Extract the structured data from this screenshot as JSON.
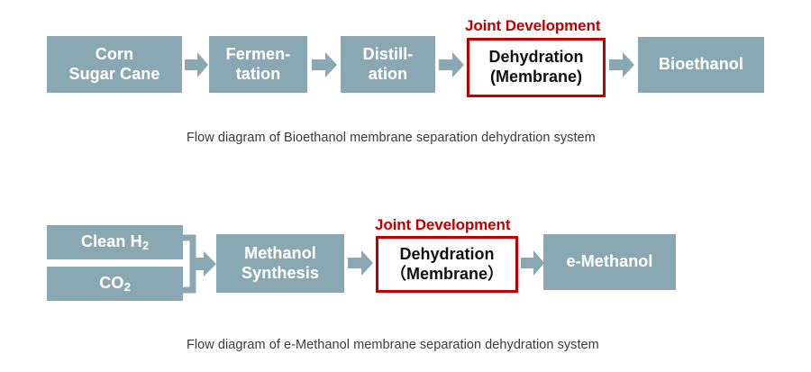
{
  "theme": {
    "box_fill": "#8AA8B2",
    "box_text": "#FFFFFF",
    "accent_red": "#C00000",
    "arrow_fill": "#8AA8B2",
    "caption_text": "#3A3A3A",
    "page_background": "#FFFFFF"
  },
  "diagrams": [
    {
      "id": "bioethanol",
      "caption": "Flow diagram of Bioethanol membrane separation dehydration system",
      "joint_development_label": "Joint Development",
      "nodes": [
        {
          "id": "feedstock",
          "kind": "process",
          "line1": "Corn",
          "line2": "Sugar Cane"
        },
        {
          "id": "fermentation",
          "kind": "process",
          "line1": "Fermen-",
          "line2": "tation"
        },
        {
          "id": "distillation",
          "kind": "process",
          "line1": "Distill-",
          "line2": "ation"
        },
        {
          "id": "dehydration",
          "kind": "joint-development",
          "line1": "Dehydration",
          "line2": "(Membrane)"
        },
        {
          "id": "product",
          "kind": "process",
          "line1": "Bioethanol",
          "line2": ""
        }
      ]
    },
    {
      "id": "e-methanol",
      "caption": "Flow diagram of e-Methanol membrane separation dehydration system",
      "joint_development_label": "Joint Development",
      "nodes": [
        {
          "id": "clean-h2",
          "kind": "process",
          "line1": "Clean H2",
          "line2": ""
        },
        {
          "id": "co2",
          "kind": "process",
          "line1": "CO2",
          "line2": ""
        },
        {
          "id": "synthesis",
          "kind": "process",
          "line1": "Methanol",
          "line2": "Synthesis"
        },
        {
          "id": "dehydration",
          "kind": "joint-development",
          "line1": "Dehydration",
          "line2": "（Membrane）"
        },
        {
          "id": "product",
          "kind": "process",
          "line1": "e-Methanol",
          "line2": ""
        }
      ]
    }
  ]
}
